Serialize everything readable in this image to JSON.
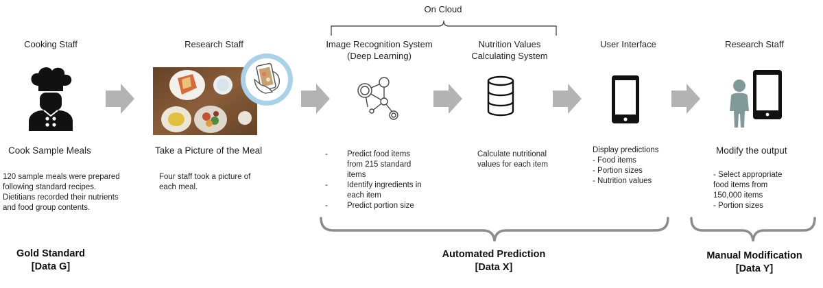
{
  "cloud_label": "On Cloud",
  "columns": {
    "cooking": {
      "heading": "Cooking Staff",
      "action": "Cook Sample Meals",
      "description": "120 sample meals were prepared following standard recipes. Dietitians recorded their nutrients and food group contents.",
      "icon": "chef-icon"
    },
    "research1": {
      "heading": "Research Staff",
      "action": "Take a Picture of the Meal",
      "description": "Four staff took a picture of each meal.",
      "icon": "meal-photo-icon"
    },
    "image_recognition": {
      "heading_line1": "Image Recognition System",
      "heading_line2": "(Deep Learning)",
      "items": [
        "Predict food items from 215 standard items",
        "Identify ingredients in each item",
        "Predict portion size"
      ],
      "icon": "neural-network-icon"
    },
    "nutrition": {
      "heading_line1": "Nutrition Values",
      "heading_line2": "Calculating System",
      "description": "Calculate nutritional values for each item",
      "icon": "database-icon"
    },
    "ui": {
      "heading": "User Interface",
      "description_title": "Display predictions",
      "items": [
        "- Food items",
        "- Portion sizes",
        "- Nutrition values"
      ],
      "icon": "smartphone-icon"
    },
    "research2": {
      "heading": "Research Staff",
      "action": "Modify the output",
      "items": [
        "- Select appropriate",
        "food items from",
        "150,000 items",
        "- Portion sizes"
      ],
      "icon": "person-with-phone-icon"
    }
  },
  "footers": {
    "gold_line1": "Gold Standard",
    "gold_line2": "[Data G]",
    "auto_line1": "Automated Prediction",
    "auto_line2": "[Data X]",
    "manual_line1": "Manual Modification",
    "manual_line2": "[Data Y]"
  },
  "colors": {
    "arrow": "#b3b3b3",
    "brace": "#8c8c8c",
    "person": "#7f9a98",
    "photo_circle": "#a9d2ea",
    "icon_dark": "#111111"
  }
}
